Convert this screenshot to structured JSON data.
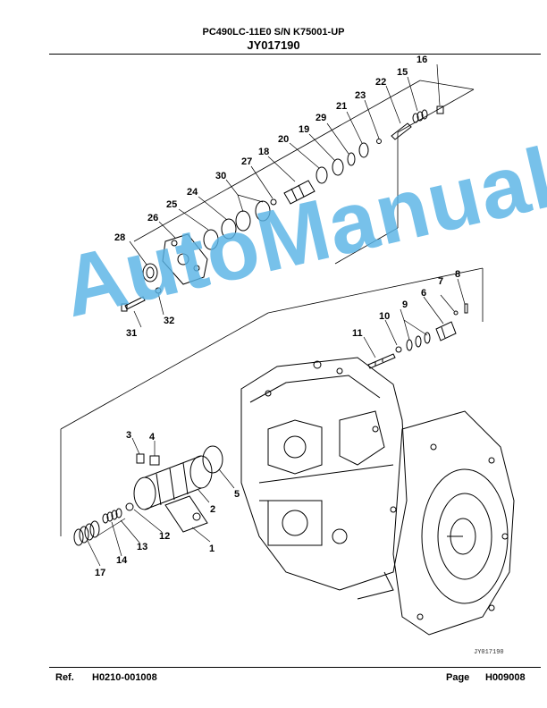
{
  "header": {
    "model": "PC490LC-11E0 S/N K75001-UP",
    "code": "JY017190"
  },
  "footer": {
    "ref_label": "Ref.",
    "ref_value": "H0210-001008",
    "page_label": "Page",
    "page_value": "H009008"
  },
  "drawing_code": "JY017190",
  "watermark": "AutoManual",
  "callouts": [
    "1",
    "2",
    "3",
    "4",
    "5",
    "6",
    "7",
    "8",
    "9",
    "10",
    "11",
    "12",
    "13",
    "14",
    "15",
    "16",
    "17",
    "18",
    "19",
    "20",
    "21",
    "22",
    "23",
    "24",
    "25",
    "26",
    "27",
    "28",
    "29",
    "30",
    "31",
    "32"
  ]
}
